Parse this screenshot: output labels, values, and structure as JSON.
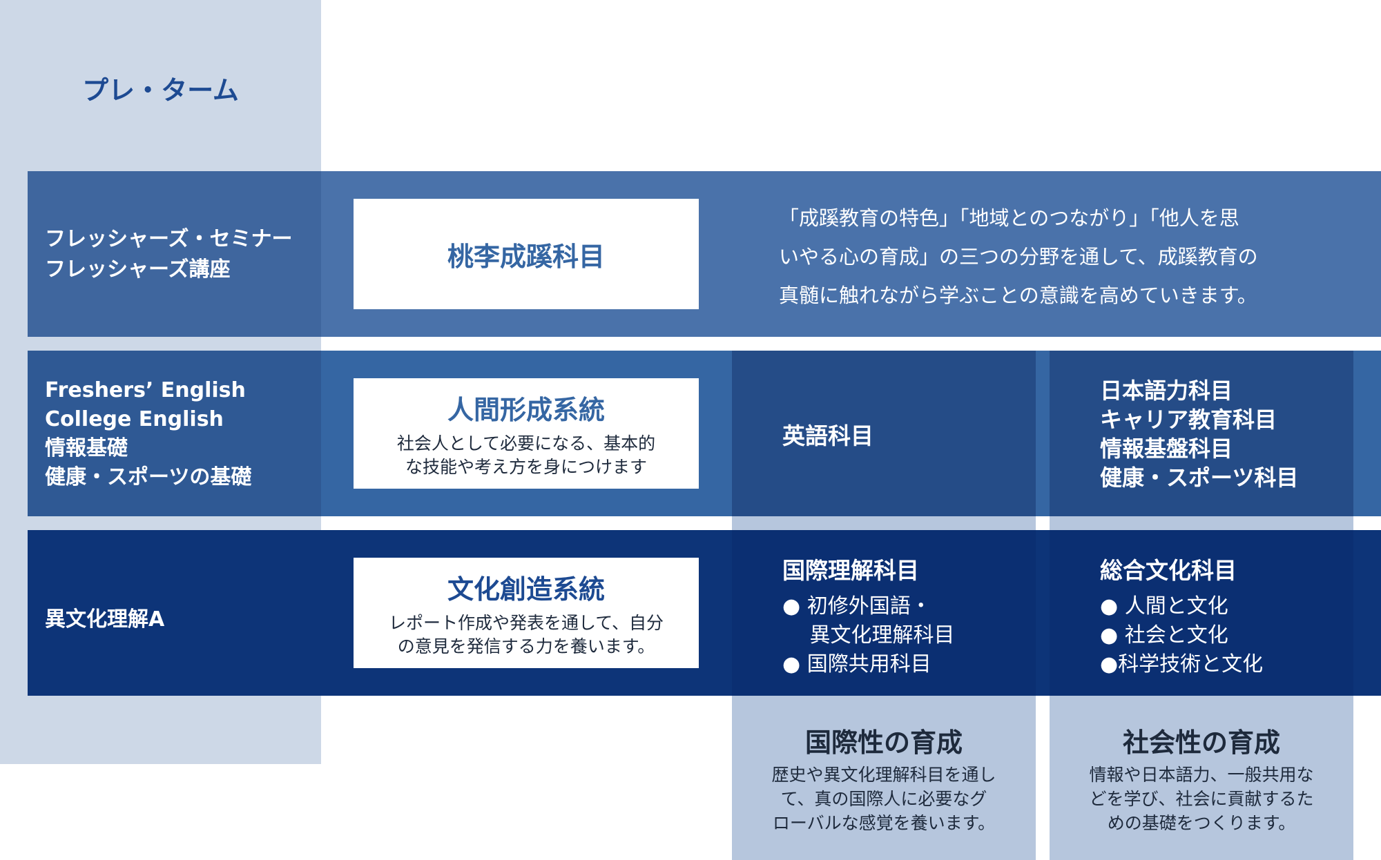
{
  "pre_term": {
    "title": "プレ・ターム"
  },
  "row1": {
    "left": "フレッシャーズ・セミナー\nフレッシャーズ講座",
    "box_title": "桃李成蹊科目",
    "description": "「成蹊教育の特色」「地域とのつながり」「他人を思\nいやる心の育成」の三つの分野を通して、成蹊教育の\n真髄に触れながら学ぶことの意識を高めていきます。"
  },
  "row2": {
    "left": "Freshers’ English\nCollege English\n情報基礎\n健康・スポーツの基礎",
    "box_title": "人間形成系統",
    "box_desc": "社会人として必要になる、基本的\nな技能や考え方を身につけます",
    "col1": "英語科目",
    "col2": "日本語力科目\nキャリア教育科目\n情報基盤科目\n健康・スポーツ科目"
  },
  "row3": {
    "left": "異文化理解A",
    "box_title": "文化創造系統",
    "box_desc": "レポート作成や発表を通して、自分\nの意見を発信する力を養います。",
    "col1_title": "国際理解科目",
    "col1_items": [
      "● 初修外国語・\n　 異文化理解科目",
      "● 国際共用科目"
    ],
    "col2_title": "総合文化科目",
    "col2_items": [
      "● 人間と文化",
      "● 社会と文化",
      "●科学技術と文化"
    ]
  },
  "bottom": {
    "col1_title": "国際性の育成",
    "col1_desc": "歴史や異文化理解科目を通し\nて、真の国際人に必要なグ\nローバルな感覚を養います。",
    "col2_title": "社会性の育成",
    "col2_desc": "情報や日本語力、一般共用な\nどを学び、社会に貢献するた\nめの基礎をつくります。"
  },
  "colors": {
    "pre_term_bg": "#cdd8e7",
    "row1": "#4a72aa",
    "row1_left": "#3f669e",
    "row2": "#3566a3",
    "row2_left": "#2f5994",
    "row2_cols": "#254c87",
    "row3": "#0d3478",
    "row3_cols": "#0b2f72",
    "column_light": "#b6c6dd",
    "title_blue": "#1d4a92",
    "dark_text": "#1e2a3c"
  }
}
